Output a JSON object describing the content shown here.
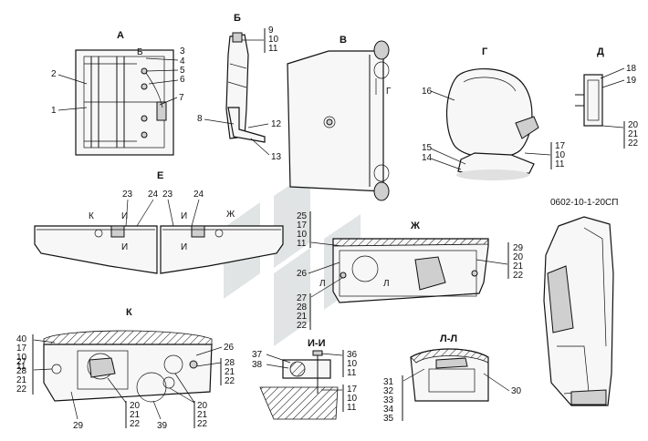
{
  "drawing_code": "0602-10-1-20СП",
  "views": {
    "A": "А",
    "B": "Б",
    "V": "В",
    "G": "Г",
    "D": "Д",
    "E": "Е",
    "Zh": "Ж",
    "K": "К",
    "II": "И-И",
    "LL": "Л-Л"
  },
  "section_marks": {
    "b": "Б",
    "g": "Г",
    "k": "К",
    "i1": "И",
    "i2": "И",
    "i3": "И",
    "i4": "И",
    "zh": "Ж",
    "l1": "Л",
    "l2": "Л"
  },
  "callouts": {
    "c1": "1",
    "c2": "2",
    "c3": "3",
    "c4": "4",
    "c5": "5",
    "c6": "6",
    "c7": "7",
    "c8": "8",
    "c12": "12",
    "c13": "13",
    "c16": "16",
    "c18": "18",
    "c19": "19",
    "c23a": "23",
    "c24a": "24",
    "c23b": "23",
    "c24b": "24",
    "c26zh": "26",
    "c29k": "29",
    "c39": "39",
    "c26k": "26",
    "c37": "37",
    "c38": "38",
    "c30": "30",
    "c15": "15",
    "c14": "14"
  },
  "stacks": {
    "b_top": [
      "9",
      "10",
      "11"
    ],
    "g_right": [
      "17",
      "10",
      "11"
    ],
    "d_right": [
      "20",
      "21",
      "22"
    ],
    "zh_left_top": [
      "25",
      "17",
      "10",
      "11"
    ],
    "zh_right": [
      "29",
      "20",
      "21",
      "22"
    ],
    "zh_left_bottom": [
      "27",
      "28",
      "21",
      "22"
    ],
    "k_left_top": [
      "40",
      "17",
      "10",
      "11"
    ],
    "k_left_bottom": [
      "27",
      "28",
      "21",
      "22"
    ],
    "k_bottom_mid": [
      "20",
      "21",
      "22"
    ],
    "k_bottom_right": [
      "20",
      "21",
      "22"
    ],
    "k_right": [
      "28",
      "21",
      "22"
    ],
    "ii_top": [
      "36",
      "10",
      "11"
    ],
    "ii_bottom": [
      "17",
      "10",
      "11"
    ],
    "ll_left": [
      "31",
      "32",
      "33",
      "34",
      "35"
    ]
  }
}
